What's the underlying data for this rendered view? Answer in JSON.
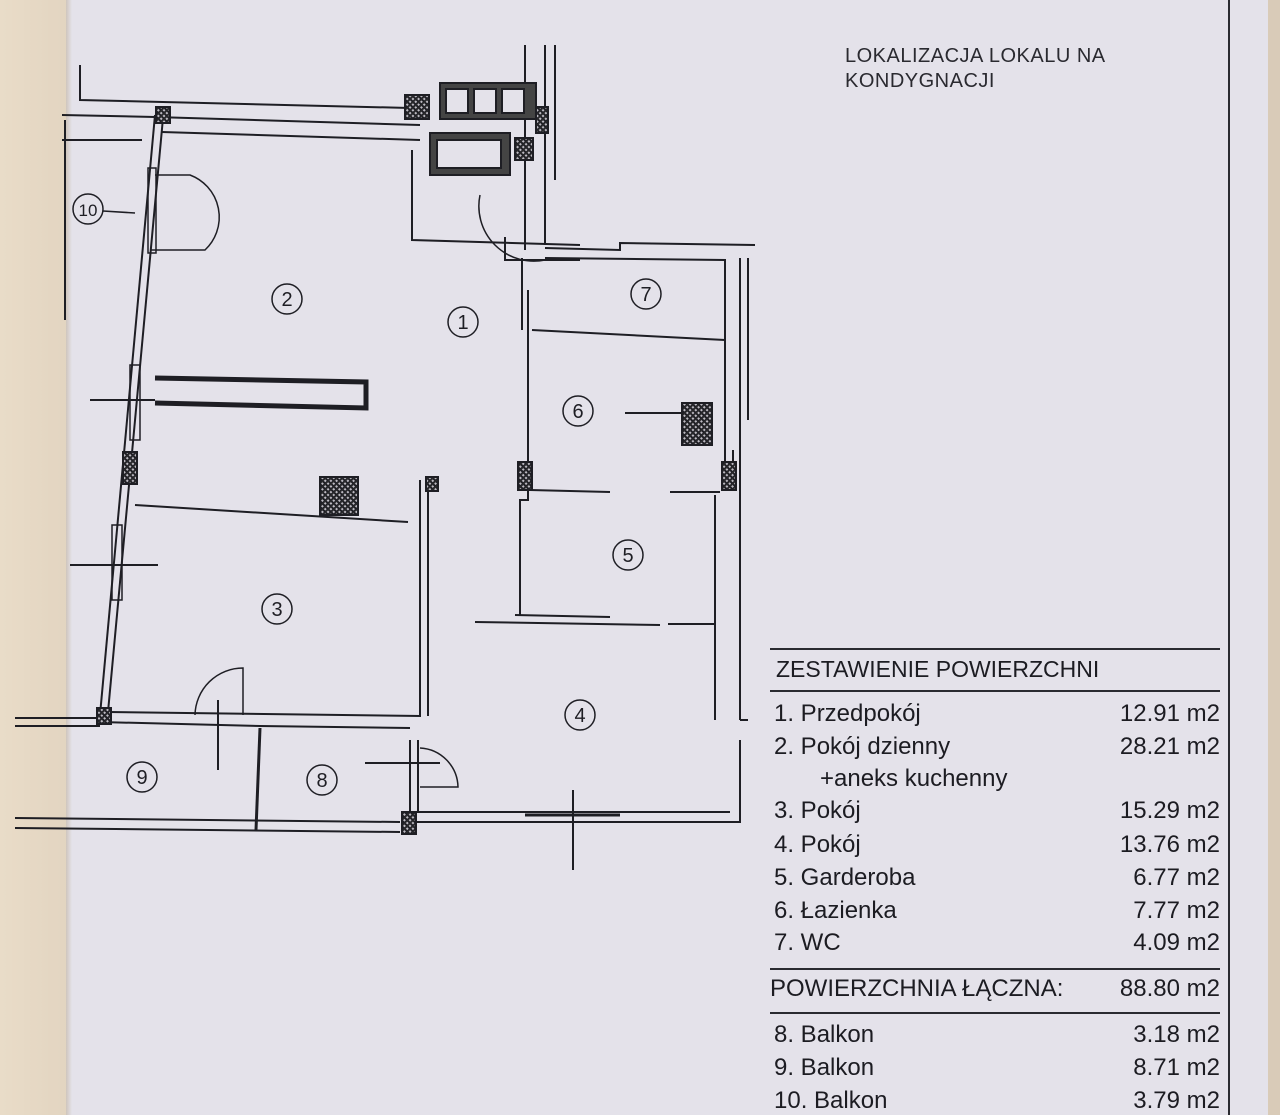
{
  "title": {
    "line1": "LOKALIZACJA LOKALU NA",
    "line2": "KONDYGNACJI"
  },
  "rooms_on_plan": [
    "1",
    "2",
    "3",
    "4",
    "5",
    "6",
    "7",
    "8",
    "9",
    "10"
  ],
  "table": {
    "heading": "ZESTAWIENIE POWIERZCHNI",
    "rows": [
      {
        "label": "1. Przedpokój",
        "value": "12.91 m2"
      },
      {
        "label": "2. Pokój dzienny",
        "value": "28.21 m2"
      },
      {
        "label": "+aneks kuchenny",
        "value": ""
      },
      {
        "label": "3. Pokój",
        "value": "15.29 m2"
      },
      {
        "label": "4. Pokój",
        "value": "13.76 m2"
      },
      {
        "label": "5. Garderoba",
        "value": "6.77 m2"
      },
      {
        "label": "6. Łazienka",
        "value": "7.77 m2"
      },
      {
        "label": "7. WC",
        "value": "4.09 m2"
      }
    ],
    "total": {
      "label": "POWIERZCHNIA ŁĄCZNA:",
      "value": "88.80 m2"
    },
    "balconies": [
      {
        "label": "8. Balkon",
        "value": "3.18 m2"
      },
      {
        "label": "9. Balkon",
        "value": "8.71 m2"
      },
      {
        "label": "10. Balkon",
        "value": "3.79 m2"
      }
    ]
  }
}
